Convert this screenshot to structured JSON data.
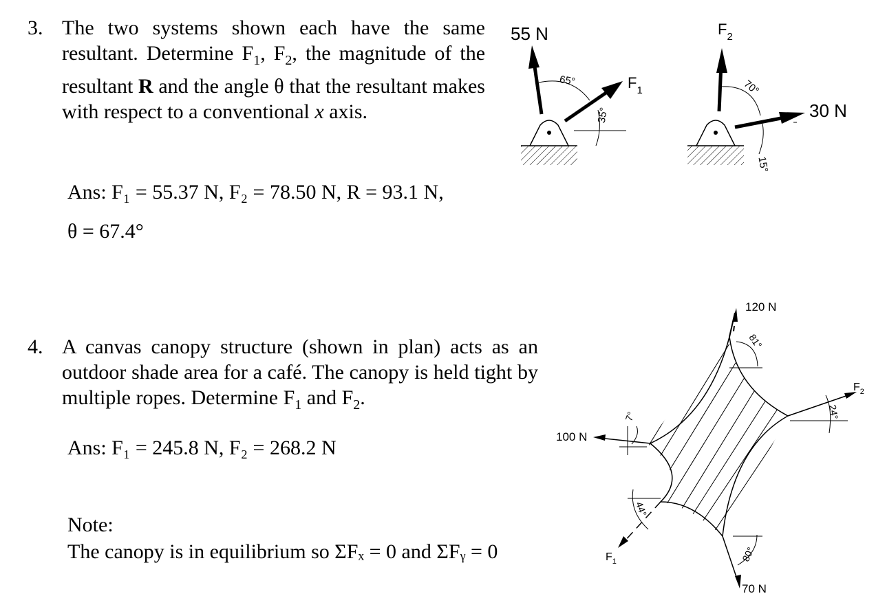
{
  "problem3": {
    "number": "3.",
    "text_a": "The two systems shown each have the same resultant.  Determine F",
    "sub1": "1",
    "text_b": ", F",
    "sub2": "2",
    "text_c": ", the magnitude of the resultant ",
    "bold_R": "R",
    "text_d": " and the angle θ that the resultant makes with respect to a conventional ",
    "italic_x": "x",
    "text_e": " axis.",
    "ans_line1": "Ans:  F₁ = 55.37 N, F₂ = 78.50 N, R = 93.1 N,",
    "ans_line2": "θ = 67.4°",
    "fig_left": {
      "force_label": "55 N",
      "angle_a": "65°",
      "angle_b": "35°",
      "f_label": "F",
      "f_sub": "1"
    },
    "fig_right": {
      "f_label": "F",
      "f_sub": "2",
      "angle_a": "70°",
      "angle_b": "15°",
      "force_label": "30 N"
    }
  },
  "problem4": {
    "number": "4.",
    "text_a": "A canvas canopy structure (shown in plan) acts as an outdoor shade area for a café.  The canopy is held tight by multiple ropes.  Determine F",
    "sub1": "1",
    "text_b": " and F",
    "sub2": "2",
    "text_c": ".",
    "ans_line": "Ans:  F₁ = 245.8 N, F₂ = 268.2 N",
    "note_title": "Note:",
    "note_text": "The canopy is in equilibrium so ΣFₓ = 0 and ΣFᵧ = 0",
    "figure": {
      "top_force": "120 N",
      "top_angle": "81°",
      "left_force": "100 N",
      "left_angle": "7°",
      "right_label": "F",
      "right_sub": "2",
      "right_angle": "24°",
      "lower_left_angle": "44°",
      "lower_left_label": "F",
      "lower_left_sub": "1",
      "bottom_angle": "80°",
      "bottom_force": "70 N"
    }
  }
}
